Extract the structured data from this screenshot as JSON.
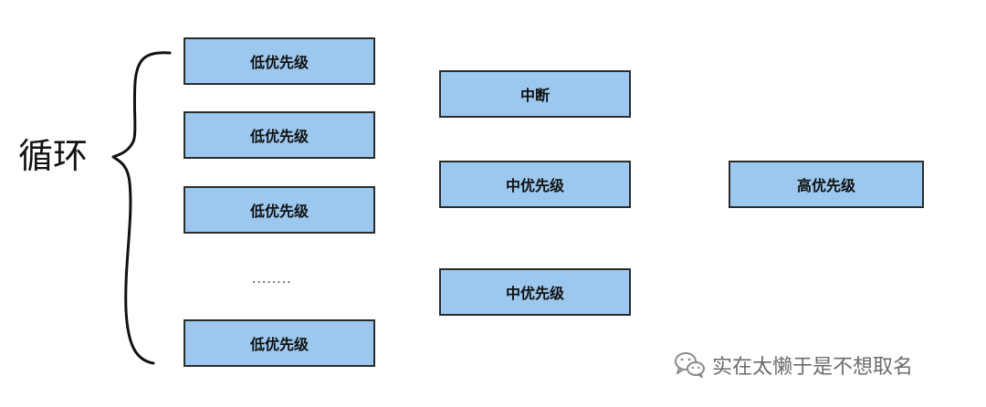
{
  "diagram": {
    "loop_label": "循环",
    "ellipsis": "........",
    "low_priority_boxes": [
      "低优先级",
      "低优先级",
      "低优先级",
      "低优先级"
    ],
    "interrupt_box": "中断",
    "mid_priority_boxes": [
      "中优先级",
      "中优先级"
    ],
    "high_priority_box": "高优先级",
    "box_fill_color": "#9cc8ef",
    "box_border_color": "#2b2b2b"
  },
  "watermark": {
    "text": "实在太懒于是不想取名",
    "icon": "wechat-icon"
  }
}
